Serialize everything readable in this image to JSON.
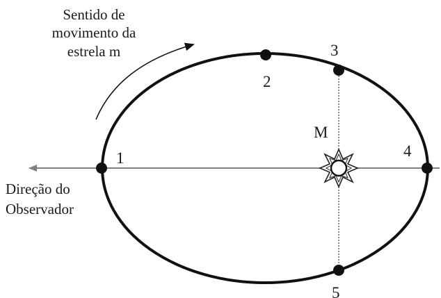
{
  "motion_caption": [
    "Sentido de",
    "movimento da",
    "estrela m"
  ],
  "observer_caption": [
    "Direção do",
    "Observador"
  ],
  "central_star_label": "M",
  "positions": [
    {
      "id": "1",
      "label": "1"
    },
    {
      "id": "2",
      "label": "2"
    },
    {
      "id": "3",
      "label": "3"
    },
    {
      "id": "4",
      "label": "4"
    },
    {
      "id": "5",
      "label": "5"
    }
  ],
  "colors": {
    "orbit": "#111111",
    "axis_line": "#808080",
    "star_dot": "#111111",
    "text": "#1a1a1a"
  }
}
